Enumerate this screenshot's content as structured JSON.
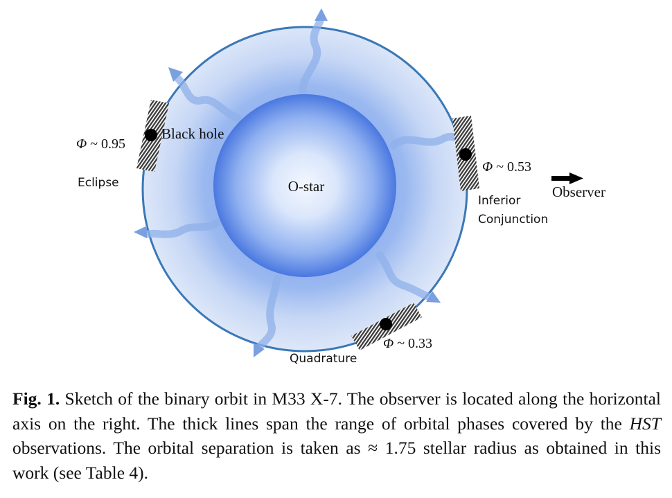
{
  "diagram": {
    "star_label": "O-star",
    "black_hole_label": "Black hole",
    "phases": {
      "eclipse": {
        "phase_text": "Φ ~ 0.95",
        "name": "Eclipse"
      },
      "inferior": {
        "phase_text": "Φ ~ 0.53",
        "name_line1": "Inferior",
        "name_line2": "Conjunction"
      },
      "quadrature": {
        "phase_text": "Φ ~ 0.33",
        "name": "Quadrature"
      }
    },
    "observer_label": "Observer"
  },
  "caption": {
    "label": "Fig. 1.",
    "text_1": " Sketch of the binary orbit in M33 X-7. The observer is located along the horizontal axis on the right. The thick lines span the range of orbital phases covered by the ",
    "hst": "HST",
    "text_2": " observations. The orbital separation is taken as ≈ 1.75 stellar radius as obtained in this work (see Table 4)."
  },
  "colors": {
    "orbit_stroke": "#3a78b8",
    "star_core": "#f4f8ff",
    "star_edge": "#4a78e0",
    "wind": "#7aa0e0",
    "black_hole": "#000000"
  }
}
